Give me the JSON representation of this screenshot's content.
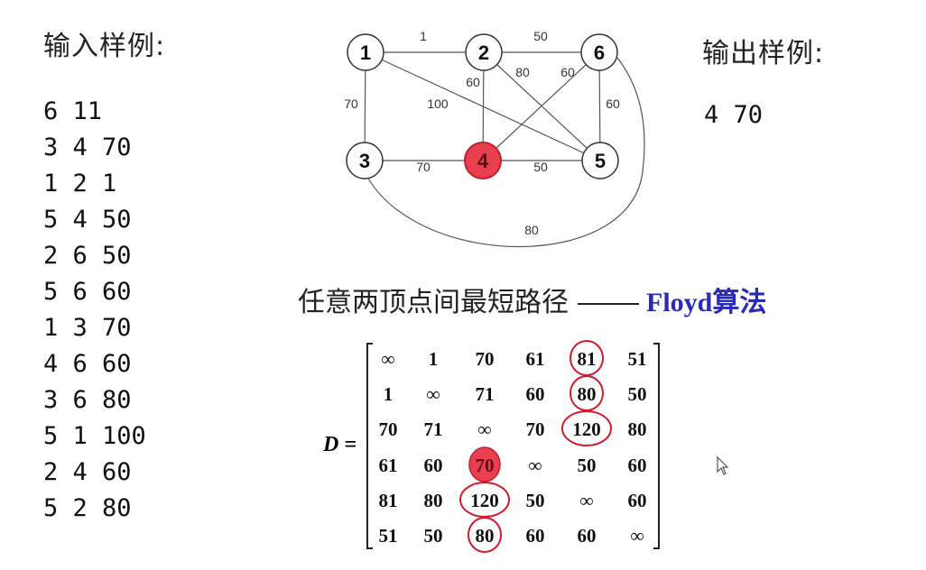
{
  "input": {
    "title": "输入样例:",
    "lines": [
      "6 11",
      "3 4 70",
      "1 2 1",
      "5 4 50",
      "2 6 50",
      "5 6 60",
      "1 3 70",
      "4 6 60",
      "3 6 80",
      "5 1 100",
      "2 4 60",
      "5 2 80"
    ]
  },
  "output": {
    "title": "输出样例:",
    "value": "4 70"
  },
  "graph": {
    "nodes": [
      {
        "id": "1",
        "highlighted": false
      },
      {
        "id": "2",
        "highlighted": false
      },
      {
        "id": "6",
        "highlighted": false
      },
      {
        "id": "3",
        "highlighted": false
      },
      {
        "id": "4",
        "highlighted": true
      },
      {
        "id": "5",
        "highlighted": false
      }
    ],
    "edges": [
      {
        "from": "1",
        "to": "2",
        "weight": "1"
      },
      {
        "from": "2",
        "to": "6",
        "weight": "50"
      },
      {
        "from": "1",
        "to": "3",
        "weight": "70"
      },
      {
        "from": "1",
        "to": "5",
        "weight": "100"
      },
      {
        "from": "2",
        "to": "4",
        "weight": "60"
      },
      {
        "from": "2",
        "to": "5",
        "weight": "80"
      },
      {
        "from": "6",
        "to": "4",
        "weight": "60"
      },
      {
        "from": "6",
        "to": "5",
        "weight": "60"
      },
      {
        "from": "3",
        "to": "4",
        "weight": "70"
      },
      {
        "from": "4",
        "to": "5",
        "weight": "50"
      },
      {
        "from": "3",
        "to": "6",
        "weight": "80"
      }
    ],
    "highlight_color": "#e8404f"
  },
  "subtitle": {
    "text": "任意两顶点间最短路径",
    "algorithm": "Floyd算法"
  },
  "matrix": {
    "label": "D =",
    "rows": [
      [
        "∞",
        "1",
        "70",
        "61",
        "81",
        "51"
      ],
      [
        "1",
        "∞",
        "71",
        "60",
        "80",
        "50"
      ],
      [
        "70",
        "71",
        "∞",
        "70",
        "120",
        "80"
      ],
      [
        "61",
        "60",
        "70",
        "∞",
        "50",
        "60"
      ],
      [
        "81",
        "80",
        "120",
        "50",
        "∞",
        "60"
      ],
      [
        "51",
        "50",
        "80",
        "60",
        "60",
        "∞"
      ]
    ],
    "circled": [
      [
        0,
        4
      ],
      [
        1,
        4
      ],
      [
        2,
        4
      ],
      [
        4,
        2
      ],
      [
        5,
        2
      ]
    ],
    "filled": [
      [
        3,
        2
      ]
    ]
  }
}
